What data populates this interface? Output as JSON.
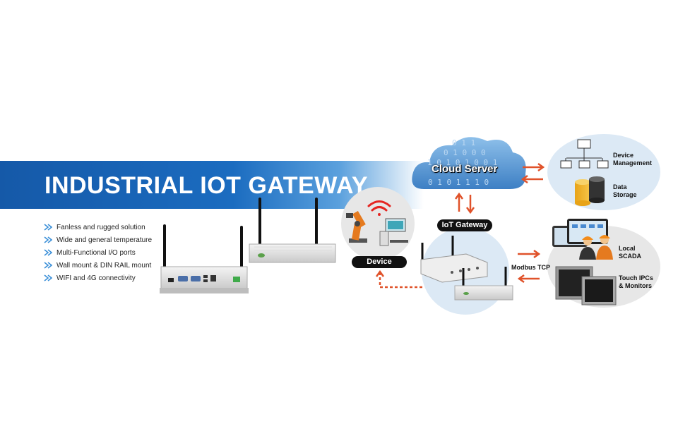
{
  "header": {
    "title": "INDUSTRIAL IOT GATEWAY"
  },
  "features": [
    "Fanless and rugged solution",
    "Wide and general temperature",
    "Multi-Functional I/O ports",
    "Wall mount & DIN RAIL mount",
    "WIFI and 4G connectivity"
  ],
  "diagram": {
    "cloud_label": "Cloud Server",
    "cloud_binary_rows": [
      "0 1 1",
      "0 1 0 0 0",
      "1 0 1 0 1 0 0 1",
      "0 1   0 1 1   1 0"
    ],
    "gateway_label": "IoT Gateway",
    "device_label": "Device",
    "modbus_label": "Modbus TCP",
    "device_management_label": [
      "Device",
      "Management"
    ],
    "data_storage_label": [
      "Data",
      "Storage"
    ],
    "local_scada_label": [
      "Local",
      "SCADA"
    ],
    "touch_label": [
      "Touch IPCs",
      "& Monitors"
    ]
  },
  "colors": {
    "banner": "#1b6cc0",
    "arrow": "#e0522a",
    "wifi": "#e52521",
    "bubble": "#dce9f5",
    "cloud": "#5b9bd5"
  },
  "icons": [
    "bullet-arrow-icon",
    "wifi-icon",
    "robot-arm-icon",
    "computer-icon",
    "network-icon",
    "database-icon",
    "operator-icon",
    "monitor-icon"
  ]
}
